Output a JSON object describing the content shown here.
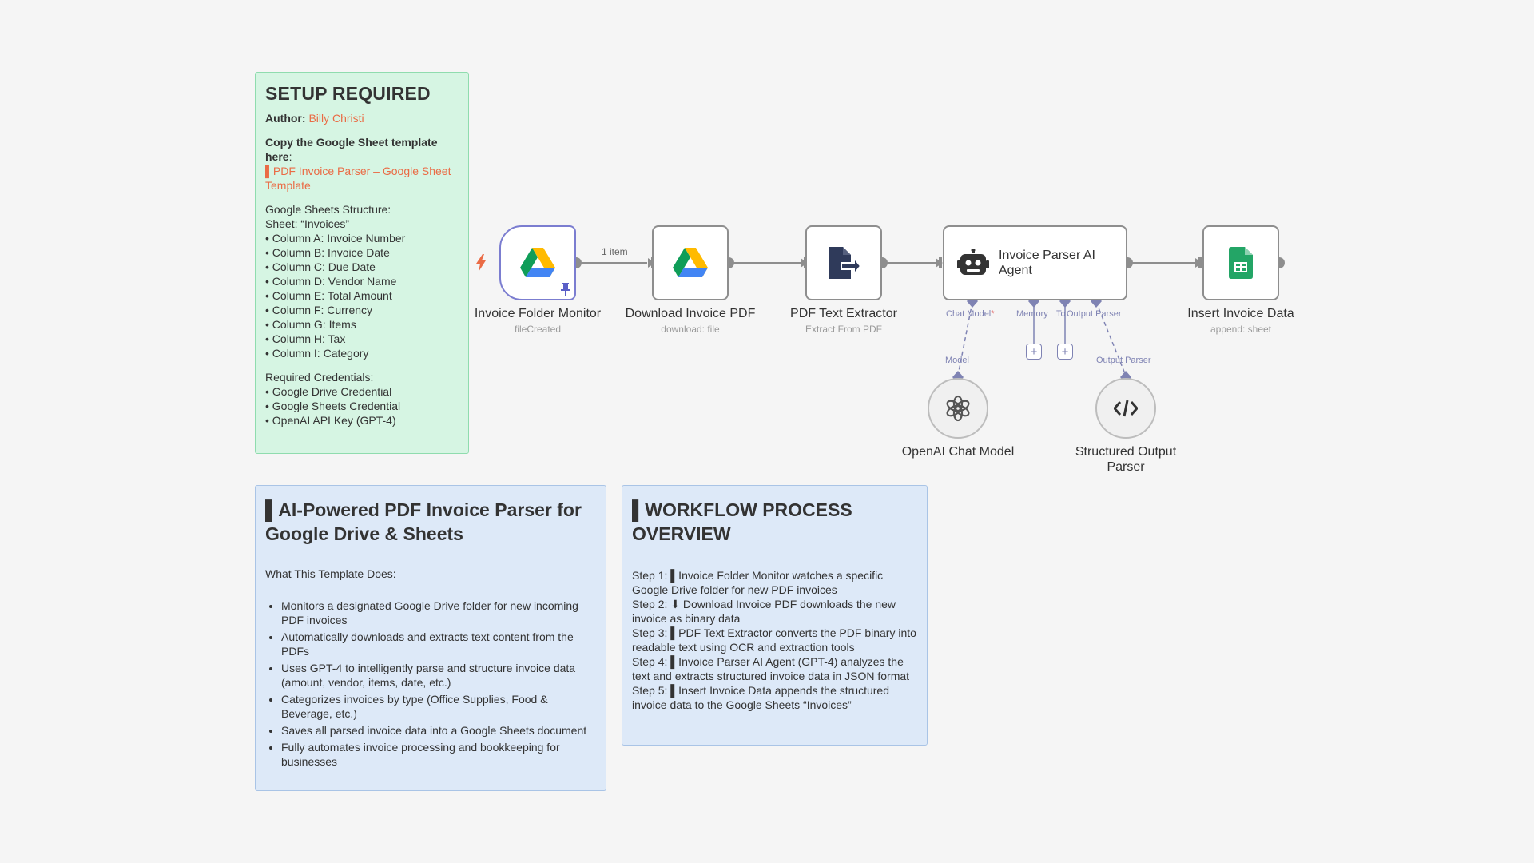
{
  "setup_note": {
    "title": "SETUP REQUIRED",
    "author_label": "Author:",
    "author_name": "Billy Christi",
    "copy_label": "Copy the Google Sheet template here",
    "copy_colon": ":",
    "template_link": "▌PDF Invoice Parser – Google Sheet Template",
    "structure_heading": "Google Sheets Structure:",
    "sheet_line": "Sheet: “Invoices”",
    "columns": [
      "• Column A: Invoice Number",
      "• Column B: Invoice Date",
      "• Column C: Due Date",
      "• Column D: Vendor Name",
      "• Column E: Total Amount",
      "• Column F: Currency",
      "• Column G: Items",
      "• Column H: Tax",
      "• Column I: Category"
    ],
    "credentials_heading": "Required Credentials:",
    "credentials": [
      "• Google Drive Credential",
      "• Google Sheets Credential",
      "• OpenAI API Key (GPT-4)"
    ]
  },
  "overview_note": {
    "title": "▌AI-Powered PDF Invoice Parser for Google Drive & Sheets",
    "section": "What This Template Does:",
    "features": [
      "Monitors a designated Google Drive folder for new incoming PDF invoices",
      "Automatically downloads and extracts text content from the PDFs",
      "Uses GPT-4 to intelligently parse and structure invoice data (amount, vendor, items, date, etc.)",
      "Categorizes invoices by type (Office Supplies, Food & Beverage, etc.)",
      "Saves all parsed invoice data into a Google Sheets document",
      "Fully automates invoice processing and bookkeeping for businesses"
    ]
  },
  "process_note": {
    "title": "▌WORKFLOW PROCESS OVERVIEW",
    "steps": [
      "Step 1: ▌Invoice Folder Monitor watches a specific Google Drive folder for new PDF invoices",
      "Step 2: ⬇ Download Invoice PDF downloads the new invoice as binary data",
      "Step 3: ▌PDF Text Extractor converts the PDF binary into readable text using OCR and extraction tools",
      "Step 4: ▌Invoice Parser AI Agent (GPT-4) analyzes the text and extracts structured invoice data in JSON format",
      "Step 5: ▌Insert Invoice Data appends the structured invoice data to the Google Sheets “Invoices”"
    ]
  },
  "nodes": {
    "monitor": {
      "label": "Invoice Folder Monitor",
      "sub": "fileCreated",
      "icon": "google-drive-icon"
    },
    "download": {
      "label": "Download Invoice PDF",
      "sub": "download: file",
      "icon": "google-drive-icon"
    },
    "extractor": {
      "label": "PDF Text Extractor",
      "sub": "Extract From PDF",
      "icon": "pdf-extract-icon"
    },
    "agent": {
      "label": "Invoice Parser AI Agent",
      "icon": "robot-icon",
      "ports": {
        "chat_model": "Chat Model",
        "required_mark": "*",
        "memory": "Memory",
        "tool": "To",
        "output_parser": "Output Parser"
      }
    },
    "sheets": {
      "label": "Insert Invoice Data",
      "sub": "append: sheet",
      "icon": "google-sheets-icon"
    },
    "openai": {
      "label": "OpenAI Chat Model",
      "port": "Model",
      "icon": "openai-icon"
    },
    "parser": {
      "label": "Structured Output Parser",
      "port": "Output Parser",
      "icon": "code-icon"
    }
  },
  "edges": {
    "first_label": "1 item"
  },
  "colors": {
    "sticky_green": "#d6f5e3",
    "sticky_blue": "#dde9f8",
    "link": "#ea6b45",
    "trigger_accent": "#7b7dd0",
    "sub_port": "#7f83b3",
    "connector": "#8e8e8e"
  }
}
